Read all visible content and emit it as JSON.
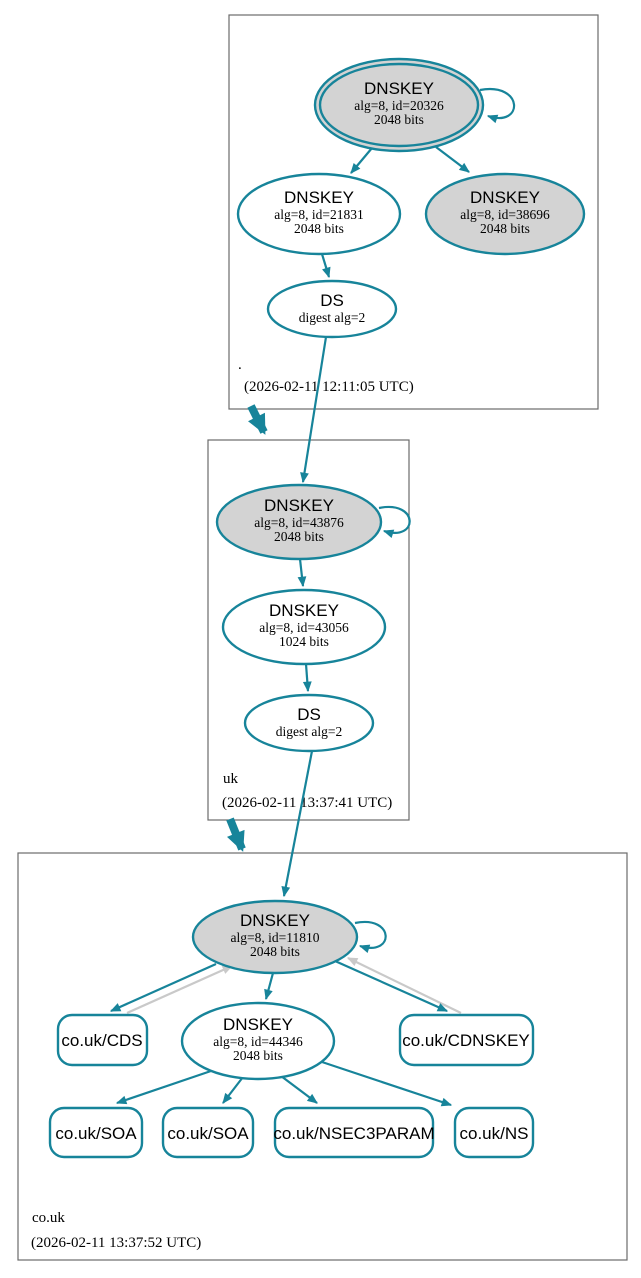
{
  "colors": {
    "edge_secure": "#17849a",
    "edge_insecure": "#c9c9c9",
    "ksk_fill": "#d3d3d3",
    "zone_border": "#6b6b6b",
    "background": "#ffffff"
  },
  "zones": {
    "root": {
      "label": ".",
      "timestamp": "(2026-02-11 12:11:05 UTC)",
      "ksk": {
        "title": "DNSKEY",
        "alg": "alg=8, id=20326",
        "bits": "2048 bits"
      },
      "zsk": {
        "title": "DNSKEY",
        "alg": "alg=8, id=21831",
        "bits": "2048 bits"
      },
      "key2": {
        "title": "DNSKEY",
        "alg": "alg=8, id=38696",
        "bits": "2048 bits"
      },
      "ds": {
        "title": "DS",
        "digest": "digest alg=2"
      }
    },
    "uk": {
      "label": "uk",
      "timestamp": "(2026-02-11 13:37:41 UTC)",
      "ksk": {
        "title": "DNSKEY",
        "alg": "alg=8, id=43876",
        "bits": "2048 bits"
      },
      "zsk": {
        "title": "DNSKEY",
        "alg": "alg=8, id=43056",
        "bits": "1024 bits"
      },
      "ds": {
        "title": "DS",
        "digest": "digest alg=2"
      }
    },
    "couk": {
      "label": "co.uk",
      "timestamp": "(2026-02-11 13:37:52 UTC)",
      "ksk": {
        "title": "DNSKEY",
        "alg": "alg=8, id=11810",
        "bits": "2048 bits"
      },
      "zsk": {
        "title": "DNSKEY",
        "alg": "alg=8, id=44346",
        "bits": "2048 bits"
      },
      "rrsets": {
        "cds": "co.uk/CDS",
        "cdnskey": "co.uk/CDNSKEY",
        "soa1": "co.uk/SOA",
        "soa2": "co.uk/SOA",
        "nsec3param": "co.uk/NSEC3PARAM",
        "ns": "co.uk/NS"
      }
    }
  }
}
